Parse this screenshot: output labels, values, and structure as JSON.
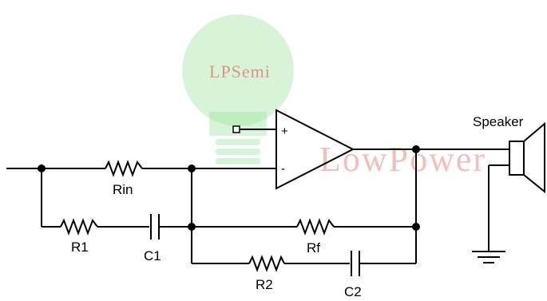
{
  "watermark": {
    "logo_text": "LPSemi",
    "brand_text": "LowPower",
    "bulb_color": "#8ee08e",
    "text_color": "#e0483a"
  },
  "opamp": {
    "plus_sign": "+",
    "minus_sign": "-"
  },
  "components": {
    "rin": "Rin",
    "r1": "R1",
    "c1": "C1",
    "rf": "Rf",
    "r2": "R2",
    "c2": "C2"
  },
  "speaker": {
    "label": "Speaker"
  }
}
